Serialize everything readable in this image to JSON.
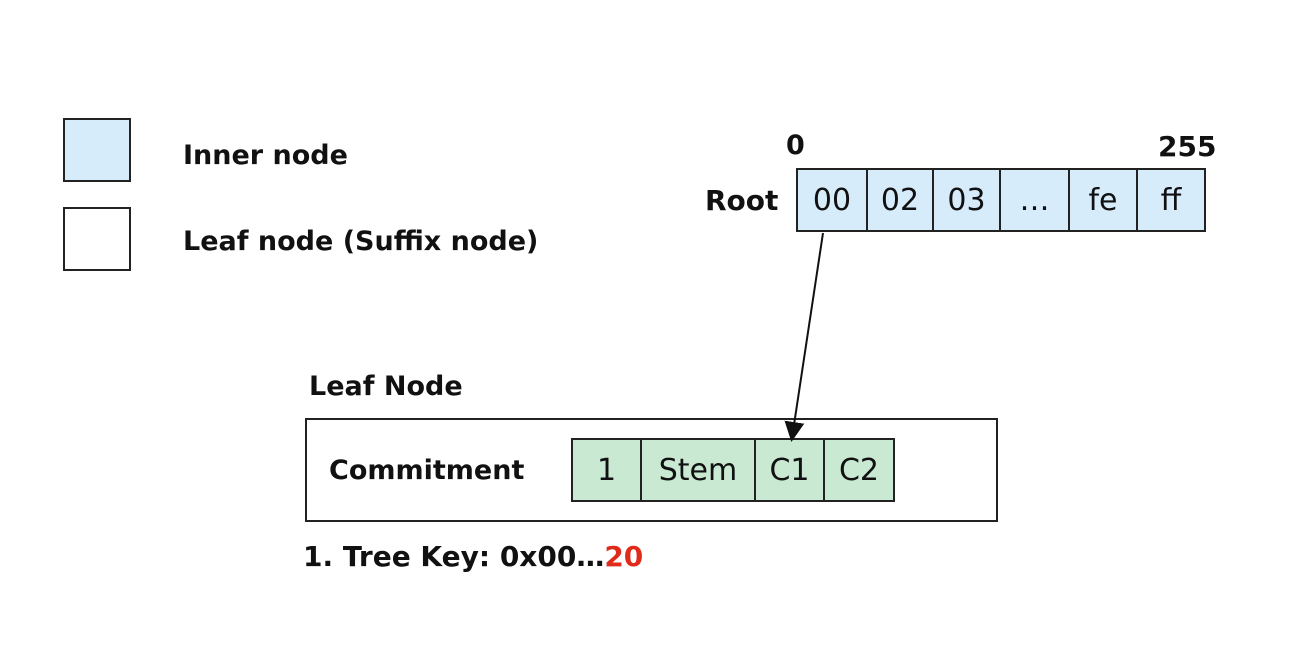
{
  "legend": {
    "inner": {
      "label": "Inner node",
      "color": "#d6ecfb"
    },
    "leaf": {
      "label": "Leaf node (Suffix node)",
      "color": "#ffffff"
    }
  },
  "root": {
    "label": "Root",
    "index_start": "0",
    "index_end": "255",
    "cells": [
      "00",
      "02",
      "03",
      "…",
      "fe",
      "ff"
    ]
  },
  "leaf_node": {
    "title": "Leaf Node",
    "commitment_label": "Commitment",
    "cells": [
      "1",
      "Stem",
      "C1",
      "C2"
    ],
    "cell_color": "#c9e9d2"
  },
  "tree_key": {
    "prefix": "1. Tree Key: 0x00…",
    "highlight": "20",
    "highlight_color": "#e02b1b"
  }
}
